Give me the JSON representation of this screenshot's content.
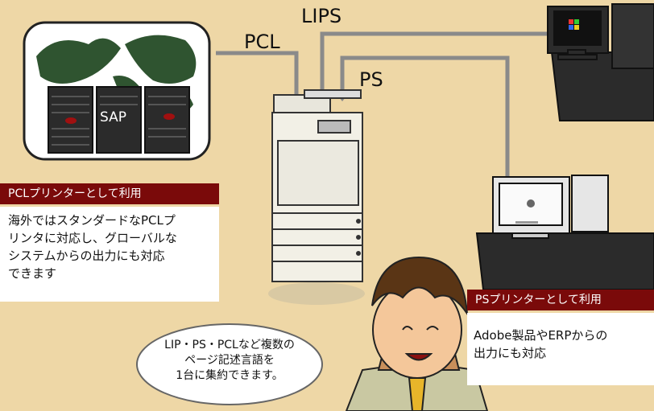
{
  "protocols": {
    "pcl": "PCL",
    "lips": "LIPS",
    "ps": "PS"
  },
  "sap_label": "SAP",
  "pcl_panel": {
    "title": "PCLプリンターとして利用",
    "lines": [
      "海外ではスタンダードなPCLプ",
      "リンタに対応し、グローバルな",
      "システムからの出力にも対応",
      "できます"
    ]
  },
  "ps_panel": {
    "title": "PSプリンターとして利用",
    "lines": [
      "Adobe製品やERPからの",
      "出力にも対応"
    ]
  },
  "bubble": {
    "lines": [
      "LIP・PS・PCLなど複数の",
      "ページ記述言語を",
      "1台に集約できます。"
    ]
  },
  "colors": {
    "background": "#eed7a6",
    "connector": "#8a8a8a",
    "panel_header": "#7a0a0a",
    "map_ocean": "#ffffff",
    "map_land": "#2f5430"
  },
  "icons": [
    "server-rack-icon",
    "world-map-icon",
    "printer-icon",
    "windows-pc-icon",
    "mac-pc-icon",
    "person-illustration"
  ]
}
